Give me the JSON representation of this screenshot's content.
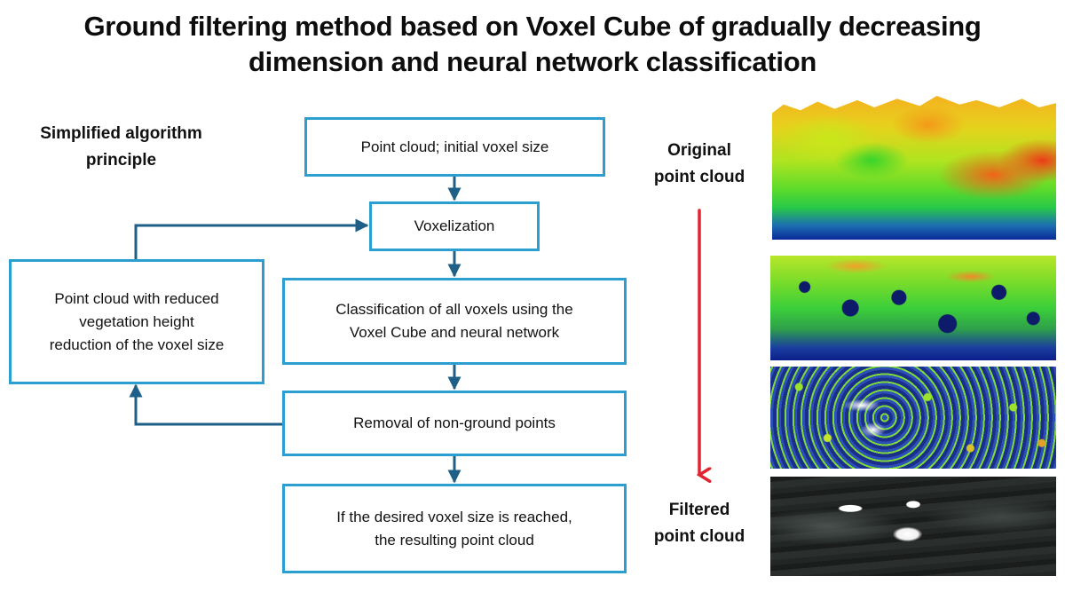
{
  "title": {
    "line1": "Ground filtering method based on Voxel Cube of gradually decreasing",
    "line2": "dimension and neural network classification"
  },
  "subtitle": {
    "line1": "Simplified algorithm",
    "line2": "principle"
  },
  "flowchart": {
    "steps": [
      {
        "id": "start",
        "lines": [
          "Point cloud; initial voxel size"
        ]
      },
      {
        "id": "voxelization",
        "lines": [
          "Voxelization"
        ]
      },
      {
        "id": "classification",
        "lines": [
          "Classification of all voxels using the",
          "Voxel Cube and neural network"
        ]
      },
      {
        "id": "removal",
        "lines": [
          "Removal of non-ground points"
        ]
      },
      {
        "id": "result",
        "lines": [
          "If the desired voxel size is reached,",
          "the resulting point cloud"
        ]
      }
    ],
    "loop_box": {
      "lines": [
        "Point cloud with reduced",
        "vegetation height",
        "reduction of the voxel size"
      ]
    },
    "colors": {
      "box_border": "#2a9fd0",
      "arrow": "#1d5f86"
    }
  },
  "side_panel": {
    "top_label": {
      "line1": "Original",
      "line2": "point cloud"
    },
    "bottom_label": {
      "line1": "Filtered",
      "line2": "point cloud"
    },
    "arrow_color": "#e02430",
    "images": [
      {
        "name": "original-point-cloud",
        "description": "forest canopy colored by height (blue→green→yellow→red)"
      },
      {
        "name": "reduced-vegetation-point-cloud-1",
        "description": "lower vegetation, mostly green/yellow with blue ground"
      },
      {
        "name": "reduced-vegetation-point-cloud-2",
        "description": "sparse vegetation over blue ground"
      },
      {
        "name": "filtered-point-cloud",
        "description": "grayscale ground surface"
      }
    ]
  }
}
